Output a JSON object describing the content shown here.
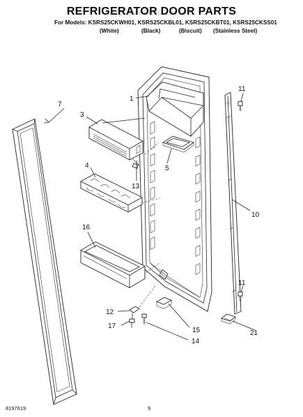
{
  "header": {
    "title": "REFRIGERATOR DOOR PARTS",
    "models_line": "For Models: KSRS25CKWH01, KSRS25CKBL01, KSRS25CKBT01, KSRS25CKSS01",
    "colors": [
      "(White)",
      "(Black)",
      "(Biscuit)",
      "(Stainless Steel)"
    ]
  },
  "watermark": "AppliancePartsPros.com",
  "callouts": {
    "c1": "1",
    "c3": "3",
    "c4": "4",
    "c5": "5",
    "c7": "7",
    "c10": "10",
    "c11a": "11",
    "c11b": "11",
    "c12": "12",
    "c13": "13",
    "c14": "14",
    "c15": "15",
    "c16": "16",
    "c17": "17",
    "c21": "21"
  },
  "footer": {
    "doc_number": "8197619",
    "page_number": "9"
  }
}
